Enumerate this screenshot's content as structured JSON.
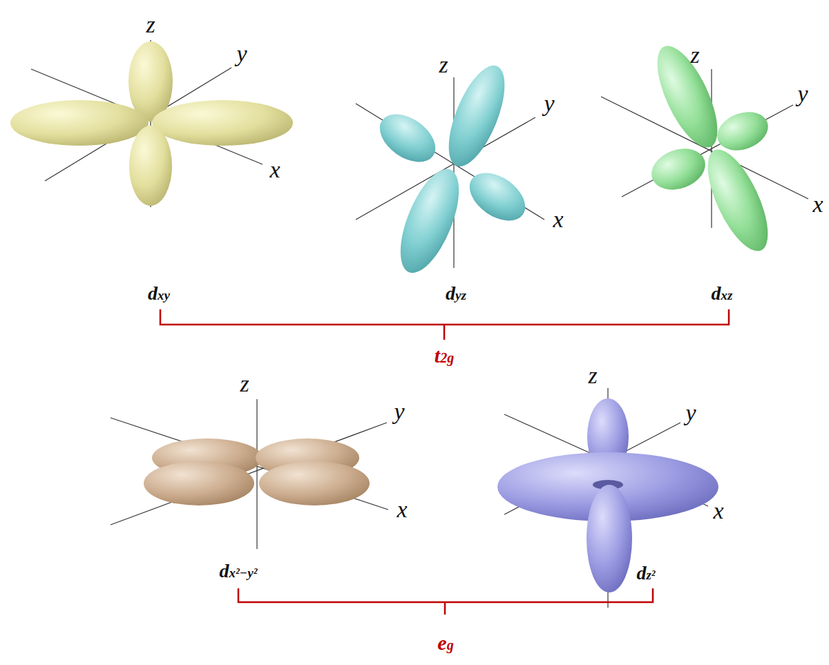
{
  "diagram": {
    "labels": [
      "z",
      "y",
      "x",
      "z",
      "y",
      "x",
      "z",
      "y",
      "x",
      "dxy",
      "dyz",
      "dxz",
      "t2g",
      "z",
      "y",
      "x",
      "z",
      "y",
      "x",
      "dx²−y²",
      "dz²",
      "eg"
    ]
  }
}
